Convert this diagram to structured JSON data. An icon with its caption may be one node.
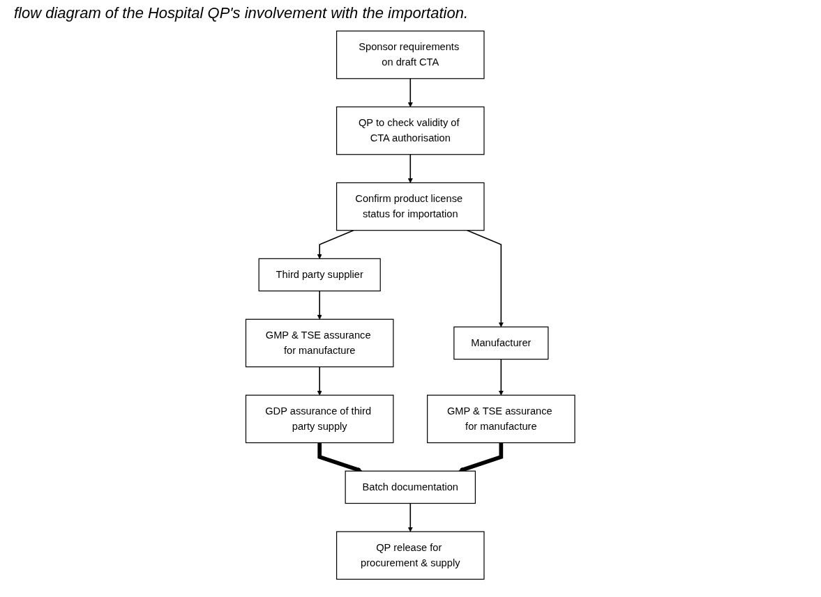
{
  "diagram": {
    "title": "flow diagram of the Hospital QP's involvement with the importation.",
    "nodes": [
      {
        "text": [
          "Sponsor requirements on draft CTA"
        ]
      },
      {
        "text": [
          "QP to check validity of CTA authorisation"
        ]
      },
      {
        "text": [
          "Confirm product license status for importation"
        ]
      },
      {
        "text": [
          "Third party supplier"
        ]
      },
      {
        "text": [
          "Manufacturer"
        ]
      },
      {
        "text": [
          "GMP & TSE assurance for manufacture"
        ]
      },
      {
        "text": [
          "GMP & TSE assurance for manufacture"
        ]
      },
      {
        "text": [
          "GDP assurance of third party supply"
        ]
      },
      {
        "text": [
          "Batch documentation"
        ]
      },
      {
        "text": [
          "QP release for procurement & supply"
        ]
      }
    ],
    "edges": [
      {
        "from": 0,
        "to": 1,
        "arrow": "to"
      },
      {
        "from": 1,
        "to": 2,
        "arrow": "to"
      },
      {
        "from": 2,
        "to": 3,
        "arrow": "to"
      },
      {
        "from": 2,
        "to": 4,
        "arrow": "to"
      },
      {
        "from": 3,
        "to": 5,
        "arrow": "to"
      },
      {
        "from": 4,
        "to": 6,
        "arrow": "to"
      },
      {
        "from": 5,
        "to": 7,
        "arrow": "to"
      },
      {
        "from": 7,
        "to": 8,
        "arrow": "to",
        "style": "thick"
      },
      {
        "from": 6,
        "to": 8,
        "arrow": "to",
        "style": "thick"
      },
      {
        "from": 8,
        "to": 9,
        "arrow": "to"
      }
    ]
  }
}
